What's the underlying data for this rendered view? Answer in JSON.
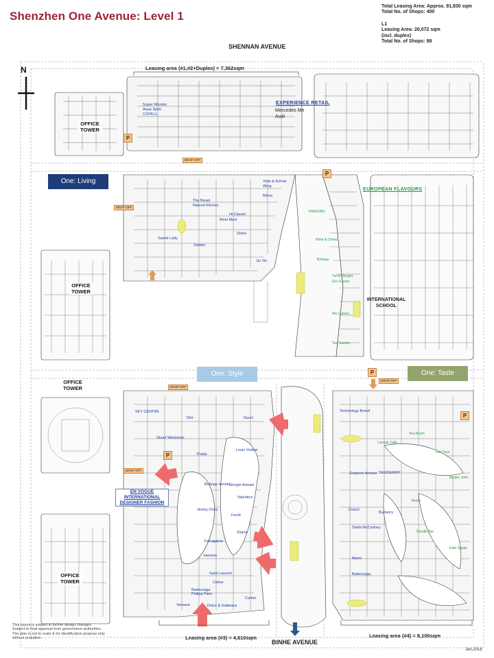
{
  "title": "Shenzhen One Avenue: Level 1",
  "stats": {
    "total_line1": "Total Leasing Area: Approx. 91,830 sqm",
    "total_line2": "Total No. of Shops: 400",
    "level": "L1",
    "l1_line1": "Leasing Area:  20,072 sqm",
    "l1_line2": "(incl. duplex)",
    "l1_line3": "Total No. of Shops: 88"
  },
  "roads": {
    "north": "SHENNAN AVENUE",
    "south": "BINHE AVENUE"
  },
  "compass": "N",
  "leasing": {
    "a1": "Leasing area (#1,#2+Duplex)  = 7,362sqm",
    "a3": "Leasing area (#3)  = 4,610sqm",
    "a4": "Leasing area (#4)  = 8,100sqm"
  },
  "towers": {
    "nw": [
      "OFFICE",
      "TOWER"
    ],
    "w": [
      "OFFICE",
      "TOWER"
    ],
    "sw": [
      "OFFICE",
      "TOWER"
    ],
    "s": [
      "OFFICE",
      "TOWER"
    ]
  },
  "zones": {
    "living": "One: Living",
    "style": "One: Style",
    "taste": "One: Taste"
  },
  "highlights": {
    "experience": "EXPERIENCE  RETAIL",
    "experience_items": [
      "Mercedes Me",
      "Audi"
    ],
    "european": "EUROPEAN  FLAVOURS",
    "school": [
      "INTERNATIONAL",
      "SCHOOL"
    ],
    "envogue": [
      "EN VOGUE",
      "INTERNATIONAL",
      "DESIGNER FASHION"
    ]
  },
  "tags": {
    "drop_off": "DROP OFF",
    "parking": "P"
  },
  "shops": {
    "top": [
      "Super Wonder",
      "Aqua Spirit",
      "COPELL"
    ],
    "living": [
      "Yello & Korner",
      "Wing",
      "Mirror",
      "The Beast",
      "Natural Kitchen",
      "Hi Classic",
      "Moni Moni",
      "Sweet Lady",
      "Shine",
      "Sampo",
      "Jiu Yin"
    ],
    "european": [
      "RM/NORD",
      "Wine & Chess",
      "Bottega",
      "Terroir Burger",
      "Eric Kayser",
      "Ma Cuisine",
      "Tea Garden"
    ],
    "style": [
      "SKY CENTRE",
      "Dior",
      "Gucci",
      "Stuart Weitzman",
      "Louis Vuitton",
      "Prada",
      "Bottega Veneta",
      "Giorgio Armani",
      "Valentino",
      "Jimmy Choo",
      "Fendi",
      "Ferragamo",
      "Zegna",
      "Hermes",
      "Saint Laurent",
      "Celine",
      "Balenciaga",
      "Philipp Plein",
      "Versace",
      "Dolce & Gabbana",
      "Cartier"
    ],
    "taste": [
      "Technology Brand",
      "Emporio Armani",
      "Coach",
      "TAXIDERMY",
      "Burberry",
      "Stella McCartney",
      "Marni",
      "Balenciaga",
      "Kate Spade"
    ],
    "taste_green": [
      "Lounge Cafe",
      "Tea Room",
      "Dim Sum",
      "Bistro",
      "Burger Joint",
      "Noodle Bar"
    ]
  },
  "disclaimer": [
    "This layout is subject to further design changes.",
    "Subject to final approval from government authorities.",
    "The plan is not to scale & for identification purpose only",
    "without prejudice."
  ],
  "date": "Jan,2018"
}
